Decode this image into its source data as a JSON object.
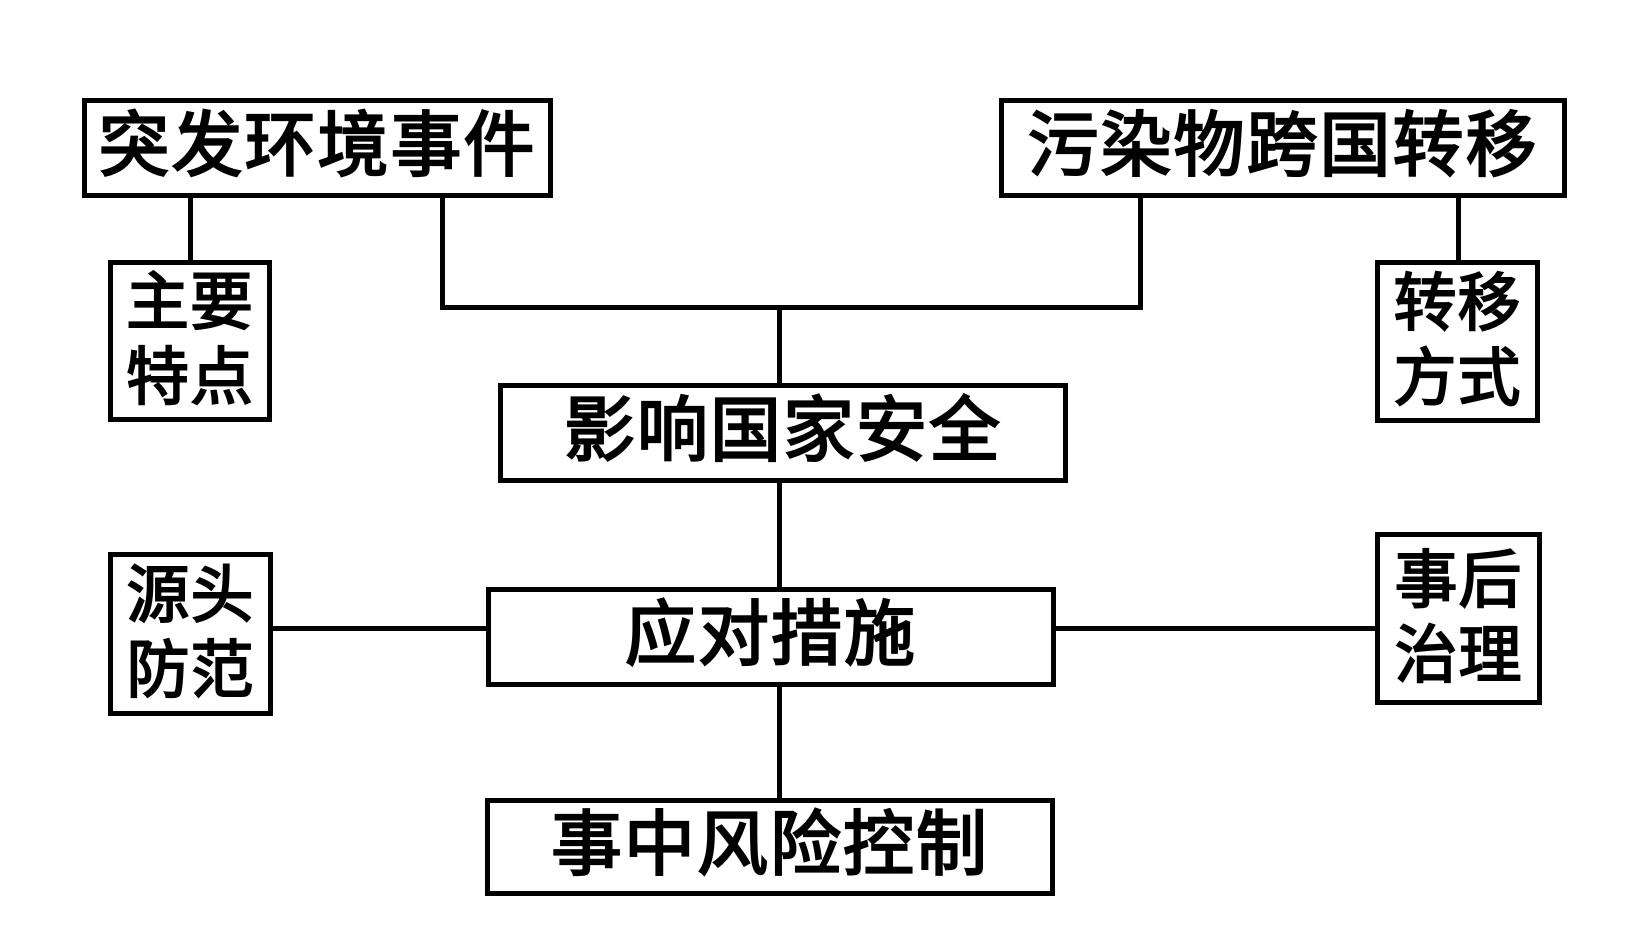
{
  "diagram": {
    "title": "environmental-emergency-national-security-flowchart",
    "background_color": "#ffffff",
    "line_color": "#000000",
    "text_color": "#000000",
    "nodes": {
      "sudden_events": {
        "text": "突发环境事件"
      },
      "pollutant_transfer": {
        "text": "污染物跨国转移"
      },
      "main_features": {
        "line1": "主要",
        "line2": "特点"
      },
      "transfer_methods": {
        "line1": "转移",
        "line2": "方式"
      },
      "national_security": {
        "text": "影响国家安全"
      },
      "countermeasures": {
        "text": "应对措施"
      },
      "source_prevention": {
        "line1": "源头",
        "line2": "防范"
      },
      "post_treatment": {
        "line1": "事后",
        "line2": "治理"
      },
      "risk_control": {
        "text": "事中风险控制"
      }
    },
    "edges": [
      {
        "from": "sudden_events",
        "to": "main_features"
      },
      {
        "from": "sudden_events",
        "to": "national_security"
      },
      {
        "from": "pollutant_transfer",
        "to": "national_security"
      },
      {
        "from": "pollutant_transfer",
        "to": "transfer_methods"
      },
      {
        "from": "national_security",
        "to": "countermeasures"
      },
      {
        "from": "source_prevention",
        "to": "countermeasures"
      },
      {
        "from": "countermeasures",
        "to": "post_treatment"
      },
      {
        "from": "countermeasures",
        "to": "risk_control"
      }
    ]
  }
}
